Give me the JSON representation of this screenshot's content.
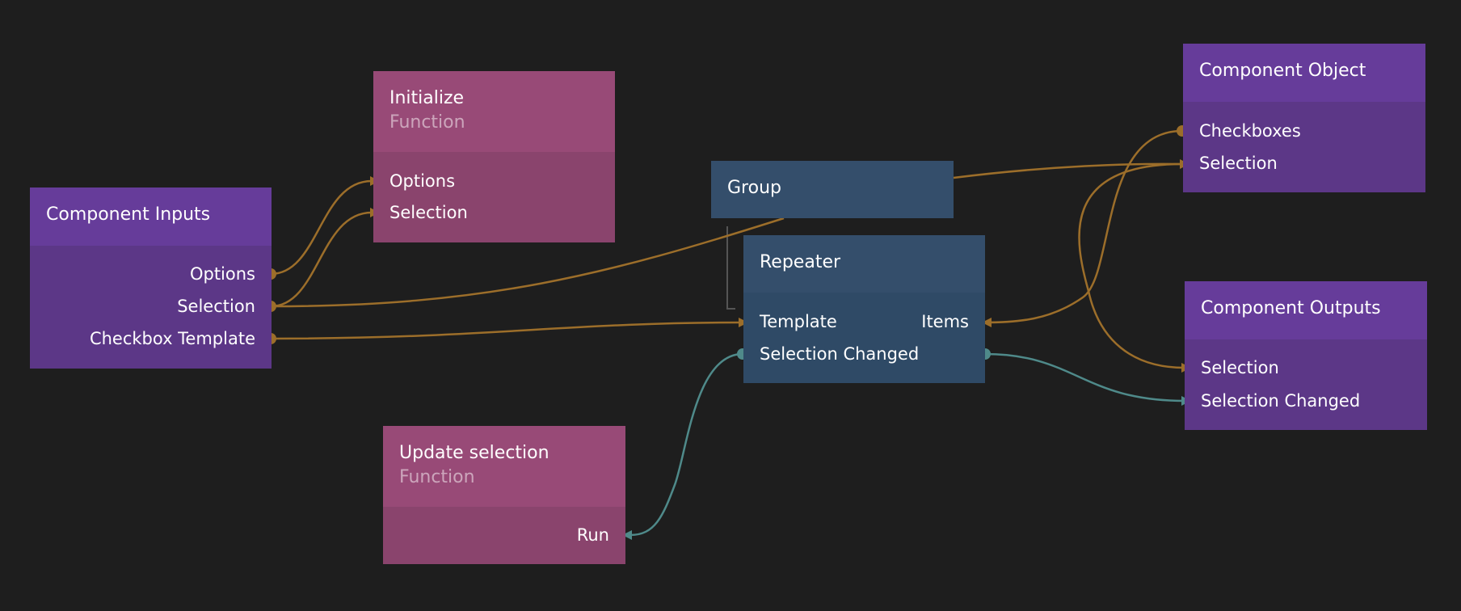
{
  "colors": {
    "background": "#1e1e1e",
    "purple_node": "#663c9a",
    "pink_node": "#984a77",
    "blue_node": "#344e6b",
    "data_wire": "#9c6e2a",
    "signal_wire": "#4f8a8a"
  },
  "nodes": {
    "component_inputs": {
      "title": "Component Inputs",
      "ports": [
        "Options",
        "Selection",
        "Checkbox Template"
      ]
    },
    "initialize": {
      "title": "Initialize",
      "subtitle": "Function",
      "ports": [
        "Options",
        "Selection"
      ]
    },
    "group": {
      "title": "Group"
    },
    "repeater": {
      "title": "Repeater",
      "ports": {
        "template": "Template",
        "items": "Items",
        "selection_changed": "Selection Changed"
      }
    },
    "component_object": {
      "title": "Component Object",
      "ports": [
        "Checkboxes",
        "Selection"
      ]
    },
    "component_outputs": {
      "title": "Component Outputs",
      "ports": [
        "Selection",
        "Selection Changed"
      ]
    },
    "update_selection": {
      "title": "Update selection",
      "subtitle": "Function",
      "ports": [
        "Run"
      ]
    }
  }
}
